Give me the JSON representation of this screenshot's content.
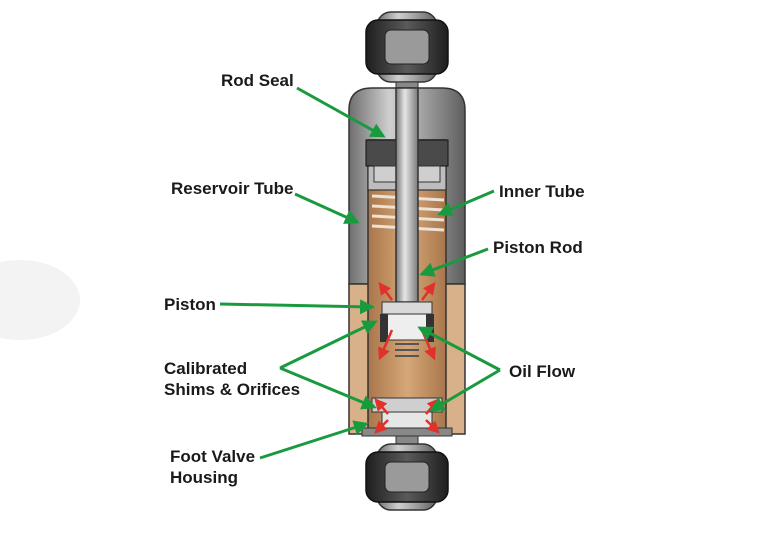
{
  "labels": {
    "rod_seal": "Rod Seal",
    "reservoir_tube": "Reservoir Tube",
    "inner_tube": "Inner Tube",
    "piston_rod": "Piston Rod",
    "piston": "Piston",
    "calibrated_shims_line1": "Calibrated",
    "calibrated_shims_line2": "Shims & Orifices",
    "oil_flow": "Oil Flow",
    "foot_valve_line1": "Foot Valve",
    "foot_valve_line2": "Housing"
  },
  "colors": {
    "arrow": "#1a9a3f",
    "oil": "#c89564",
    "flow_arrow": "#e0312a",
    "metal": "#9a9a9a"
  }
}
